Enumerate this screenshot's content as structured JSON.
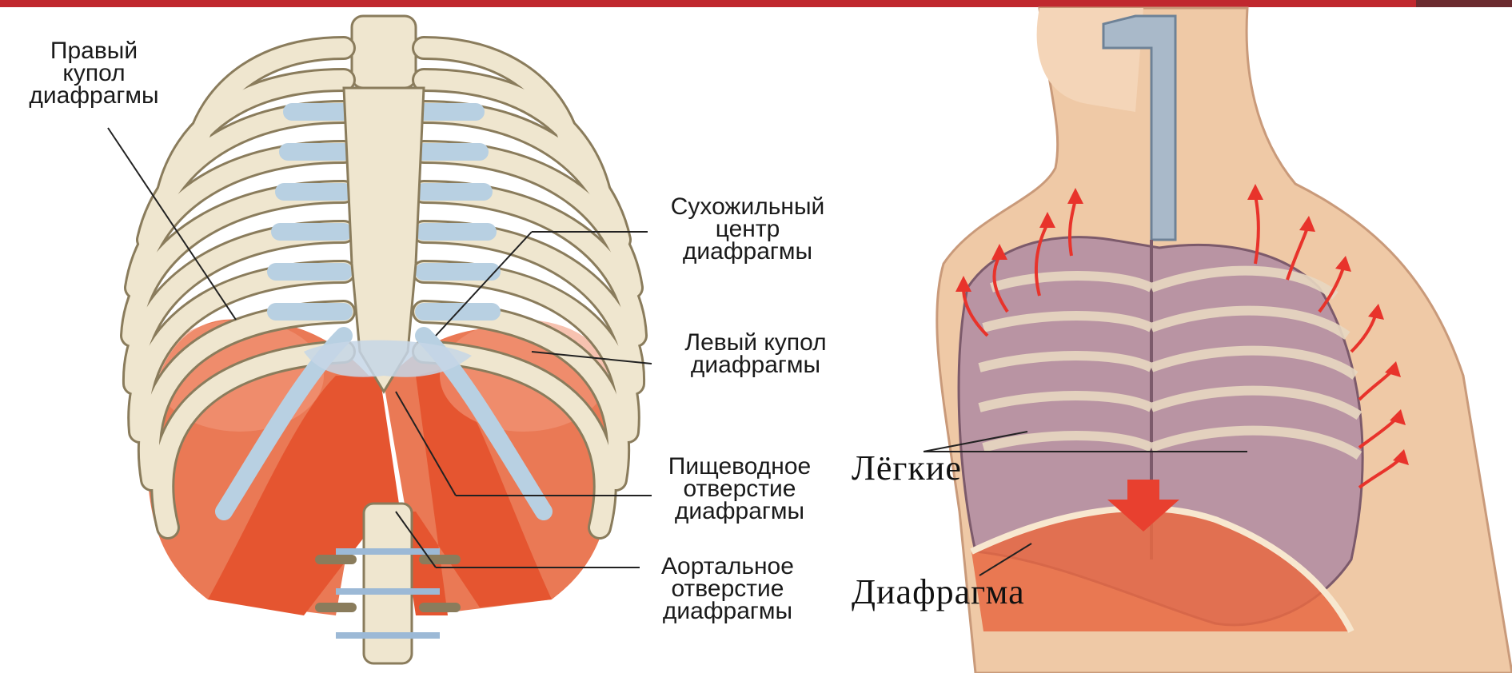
{
  "colors": {
    "accent_bar": "#c0282e",
    "bone": "#efe6cf",
    "cartilage": "#b8d0e2",
    "muscle": "#e8603a",
    "lung": "#b994a3",
    "skin": "#efc9a6",
    "arrow": "#e8332b"
  },
  "left_panel": {
    "right_dome": {
      "line1": "Правый",
      "line2": "купол",
      "line3": "диафрагмы"
    },
    "central_tendon": {
      "line1": "Сухожильный",
      "line2": "центр",
      "line3": "диафрагмы"
    },
    "left_dome": {
      "line1": "Левый купол",
      "line2": "диафрагмы"
    },
    "esophageal_opening": {
      "line1": "Пищеводное",
      "line2": "отверстие",
      "line3": "диафрагмы"
    },
    "aortic_opening": {
      "line1": "Аортальное",
      "line2": "отверстие",
      "line3": "диафрагмы"
    }
  },
  "right_panel": {
    "lungs": "Лёгкие",
    "diaphragm": "Диафрагма"
  }
}
